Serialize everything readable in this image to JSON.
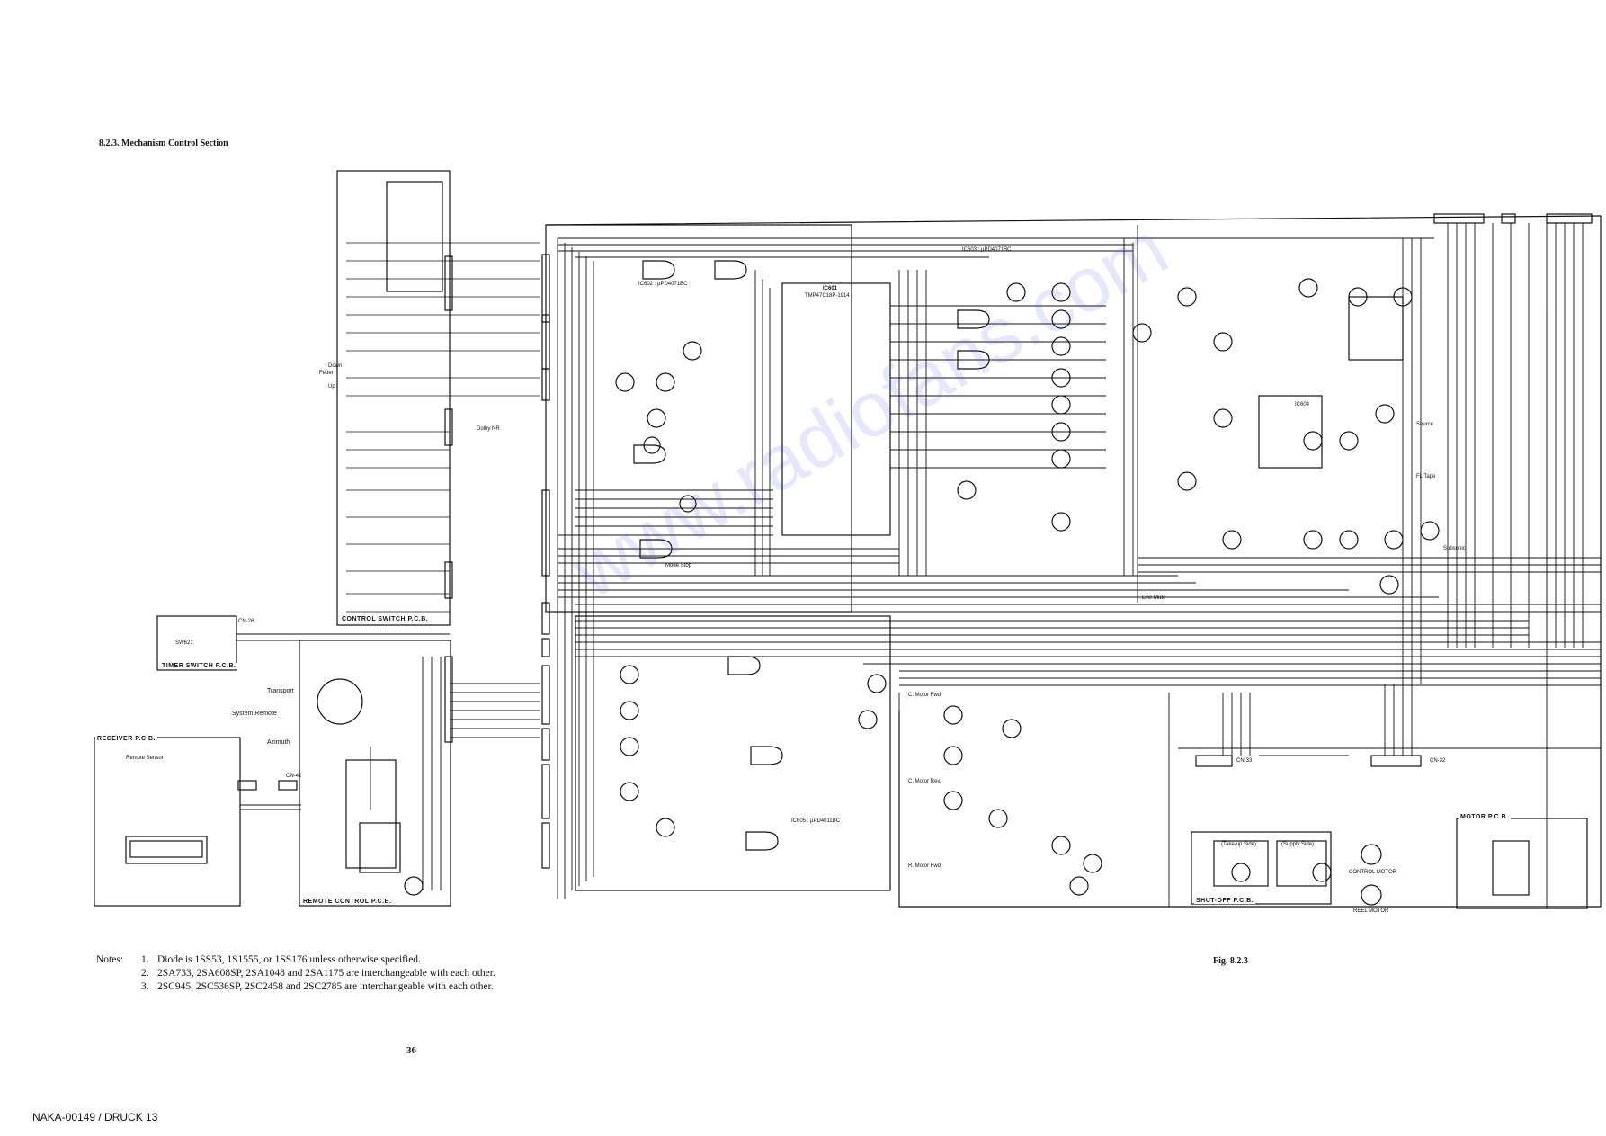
{
  "section_title": "8.2.3. Mechanism Control Section",
  "notes": {
    "lead": "Notes:",
    "items": [
      {
        "num": "1.",
        "text": "Diode is 1SS53, 1S1555, or 1SS176 unless otherwise specified."
      },
      {
        "num": "2.",
        "text": "2SA733, 2SA608SP, 2SA1048 and 2SA1175 are interchangeable with each other."
      },
      {
        "num": "3.",
        "text": "2SC945, 2SC536SP, 2SC2458 and 2SC2785 are interchangeable with each other."
      }
    ]
  },
  "figure_label": "Fig. 8.2.3",
  "page_number": "36",
  "document_code": "NAKA-00149 / DRUCK 13",
  "watermark": "www.radiofans.com",
  "blocks": {
    "control_switch": "CONTROL  SWITCH P.C.B.",
    "timer_switch": "TIMER SWITCH P.C.B.",
    "receiver": "RECEIVER P.C.B.",
    "remote_control": "REMOTE CONTROL P.C.B.",
    "shut_off": "SHUT-OFF  P.C.B.",
    "motor": "MOTOR P.C.B."
  },
  "labels": {
    "ic601": "IC601",
    "ic601_part": "TMP47C18P-1914",
    "ic602": "IC602 : µPD4071BC",
    "ic603": "IC603 : µPD4071BC",
    "ic605": "IC605 : µPD4011BC",
    "ic604": "IC604",
    "sw621": "SW621",
    "transport": "Transport",
    "system_remote": "System Remote",
    "azimuth": "Azimuth",
    "remote_sensor": "Remote Sensor",
    "control_motor": "CONTROL MOTOR",
    "reel_motor": "REEL MOTOR",
    "cn26": "CN-26",
    "cn32": "CN-32",
    "cn33": "CN-33",
    "cn42": "CN-42",
    "mode_stop": "Mode Stop",
    "line_mute": "Line Mute",
    "subsonic": "Subsonic",
    "source": "Source",
    "fl_tape": "FL Tape",
    "dolby_nr": "Dolby NR",
    "feder": "Feder",
    "up": "Up",
    "down": "Down",
    "c_motor_fwd": "C. Motor Fwd.",
    "c_motor_rev": "C. Motor Rev.",
    "r_motor_fwd": "R. Motor Fwd.",
    "reel_a": "(Take-up Side)",
    "reel_b": "(Supply Side)"
  }
}
